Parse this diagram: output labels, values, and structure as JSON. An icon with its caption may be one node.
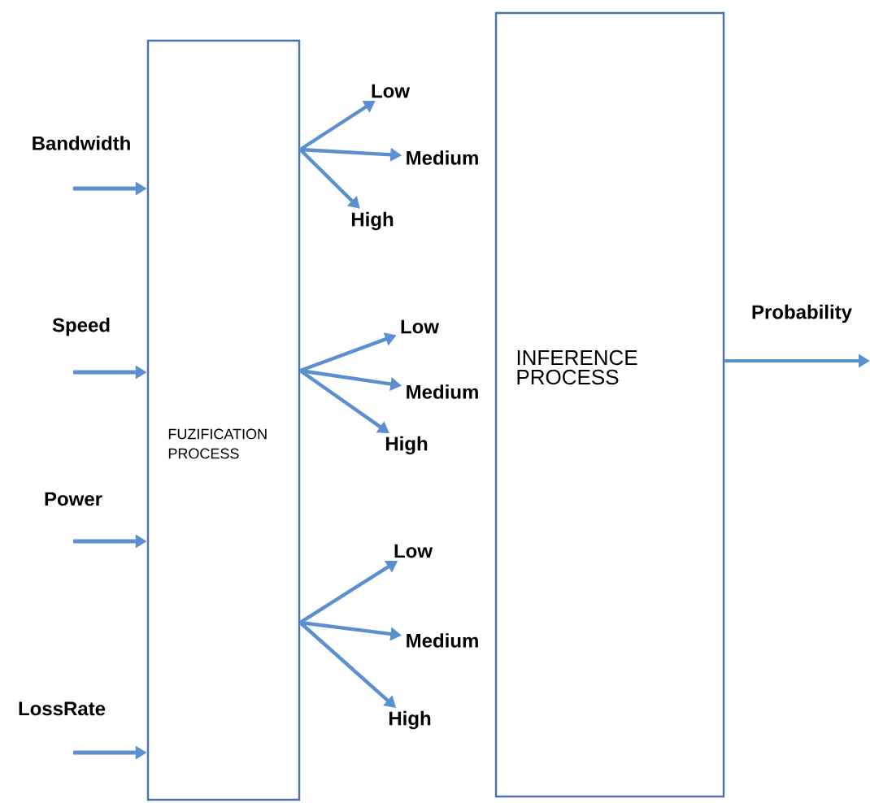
{
  "diagram": {
    "nodes": [
      {
        "text": [
          "FUZIFICATION PROCESS"
        ]
      },
      {
        "text": [
          "INFERENCE PROCESS"
        ]
      },
      {
        "text": [
          "Low"
        ]
      },
      {
        "text": [
          "Medium"
        ]
      },
      {
        "text": [
          "High"
        ]
      },
      {
        "text": [
          "Low"
        ]
      },
      {
        "text": [
          "Medium"
        ]
      },
      {
        "text": [
          "High"
        ]
      },
      {
        "text": [
          "Low"
        ]
      },
      {
        "text": [
          "Medium"
        ]
      },
      {
        "text": [
          "High"
        ]
      }
    ],
    "edges": [
      {
        "from": null,
        "to": 0,
        "arrow": "to",
        "label": "Bandwidth"
      },
      {
        "from": null,
        "to": 0,
        "arrow": "to",
        "label": "Speed"
      },
      {
        "from": null,
        "to": 0,
        "arrow": "to",
        "label": "Power"
      },
      {
        "from": null,
        "to": 0,
        "arrow": "to",
        "label": "LossRate"
      },
      {
        "from": 0,
        "to": 2,
        "arrow": "to"
      },
      {
        "from": 0,
        "to": 3,
        "arrow": "to"
      },
      {
        "from": 0,
        "to": 4,
        "arrow": "to"
      },
      {
        "from": 0,
        "to": 5,
        "arrow": "to"
      },
      {
        "from": 0,
        "to": 6,
        "arrow": "to"
      },
      {
        "from": 0,
        "to": 7,
        "arrow": "to"
      },
      {
        "from": 0,
        "to": 8,
        "arrow": "to"
      },
      {
        "from": 0,
        "to": 9,
        "arrow": "to"
      },
      {
        "from": 0,
        "to": 10,
        "arrow": "to"
      },
      {
        "from": 1,
        "to": null,
        "arrow": "to",
        "label": "Probability"
      }
    ]
  }
}
